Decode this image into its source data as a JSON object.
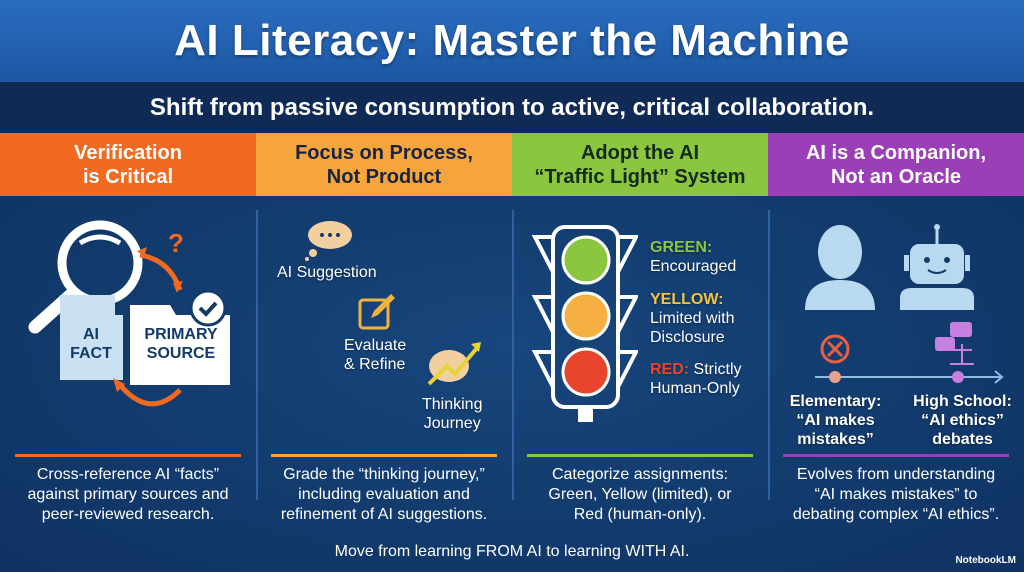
{
  "title": "AI Literacy: Master the Machine",
  "subtitle": "Shift from passive consumption to active, critical collaboration.",
  "columns": [
    {
      "heading": "Verification\nis Critical",
      "color": "#f26a1f",
      "labels": {
        "ai_fact": "AI\nFACT",
        "primary_source": "PRIMARY\nSOURCE",
        "question": "?"
      },
      "description": "Cross-reference AI “facts”\nagainst primary sources and\npeer-reviewed research."
    },
    {
      "heading": "Focus on Process,\nNot Product",
      "color": "#f5a53c",
      "labels": {
        "suggestion": "AI Suggestion",
        "evaluate": "Evaluate\n& Refine",
        "thinking": "Thinking\nJourney"
      },
      "description": "Grade the “thinking journey,”\nincluding evaluation and\nrefinement of AI suggestions."
    },
    {
      "heading": "Adopt the AI\n“Traffic Light” System",
      "color": "#8cc63f",
      "labels": {
        "green_key": "GREEN:",
        "green_text": "Encouraged",
        "yellow_key": "YELLOW:",
        "yellow_text": "Limited with\nDisclosure",
        "red_key": "RED:",
        "red_text": " Strictly\nHuman-Only"
      },
      "description": "Categorize assignments:\nGreen, Yellow (limited), or\nRed (human-only)."
    },
    {
      "heading": "AI is a Companion,\nNot an Oracle",
      "color": "#9b3fb8",
      "labels": {
        "elementary": "Elementary:\n“AI makes\nmistakes”",
        "high_school": "High School:\n“AI ethics”\ndebates"
      },
      "description": "Evolves from understanding\n“AI makes mistakes” to\ndebating complex “AI ethics”."
    }
  ],
  "footer": "Move from learning FROM AI to learning WITH AI.",
  "brand": "NotebookLM",
  "colors": {
    "green": "#8cc63f",
    "yellow": "#f5b041",
    "red": "#e8452c",
    "purple": "#c77fe0"
  }
}
